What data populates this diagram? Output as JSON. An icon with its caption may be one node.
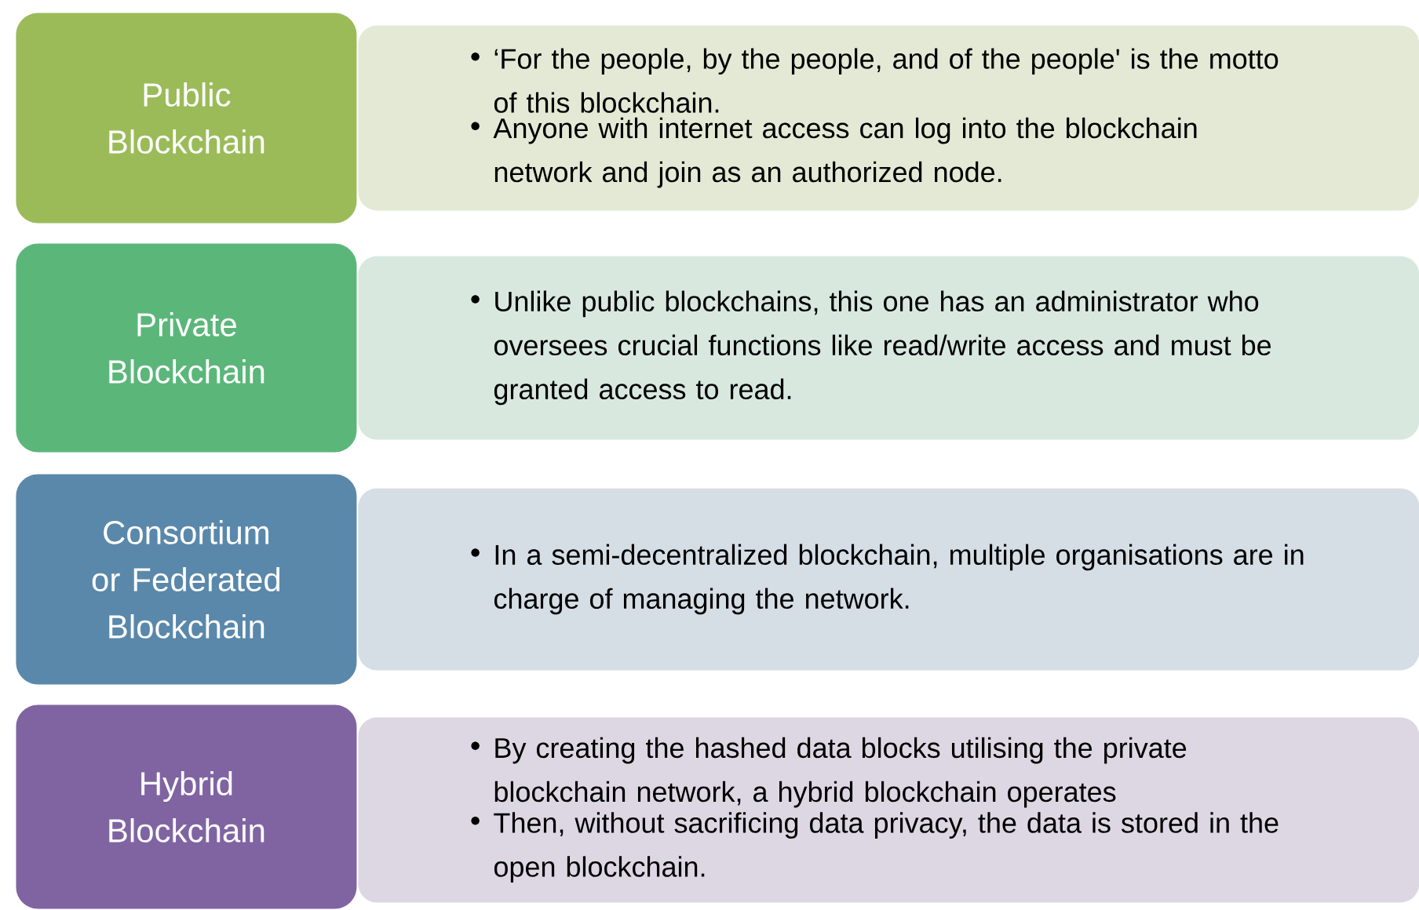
{
  "diagram": {
    "nodes": [
      {
        "text": [
          "Public Blockchain"
        ]
      },
      {
        "text": [
          "‘For the people, by the people, and of the people' is the motto of this blockchain.",
          "Anyone with internet access can log into the blockchain network and join as an authorized node."
        ]
      },
      {
        "text": [
          "Private Blockchain"
        ]
      },
      {
        "text": [
          "Unlike public blockchains, this one has an administrator who oversees crucial functions like read/write access and must be granted access to read."
        ]
      },
      {
        "text": [
          "Consortium or Federated Blockchain"
        ]
      },
      {
        "text": [
          "In a semi-decentralized blockchain, multiple organisations are in charge of managing the network."
        ]
      },
      {
        "text": [
          "Hybrid Blockchain"
        ]
      },
      {
        "text": [
          "By creating the hashed data blocks utilising the private blockchain network, a hybrid blockchain operates",
          "Then, without sacrificing data privacy, the data is stored in the open blockchain."
        ]
      }
    ]
  }
}
